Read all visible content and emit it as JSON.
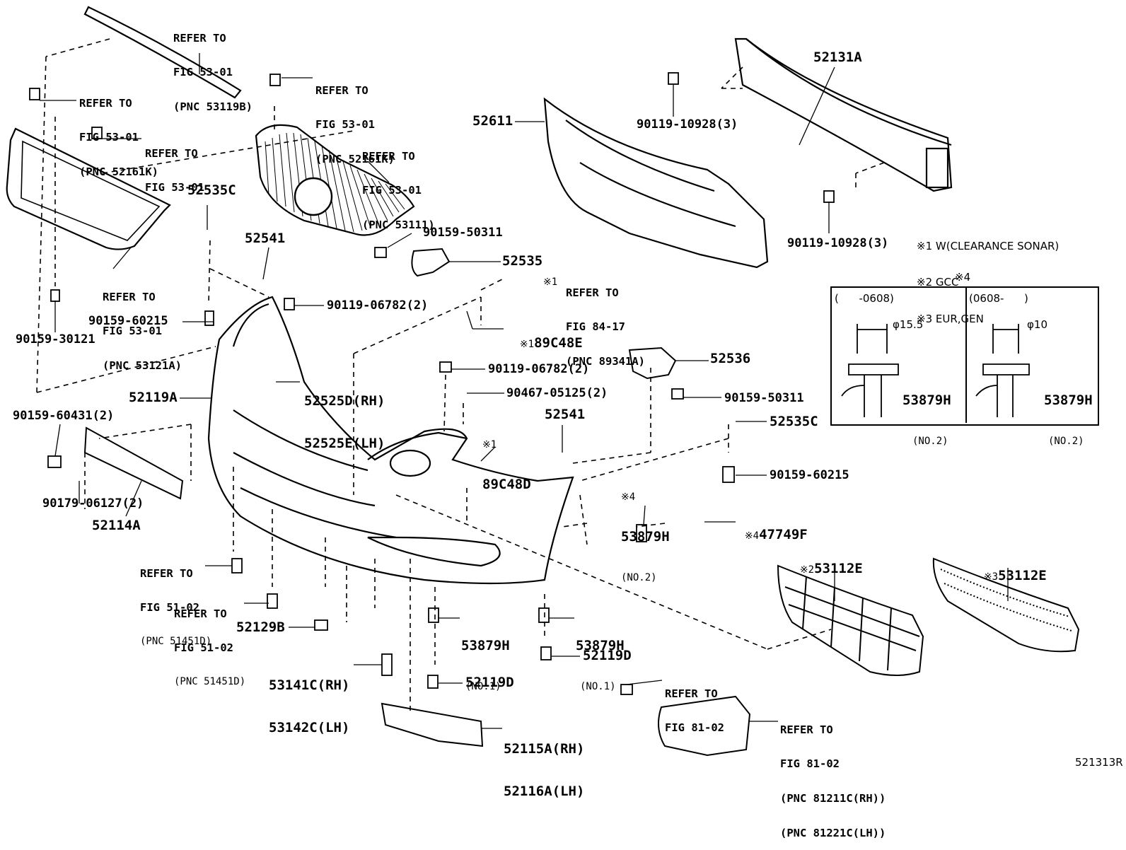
{
  "diagram_id": "521313R",
  "references": {
    "grille_molding": [
      "REFER TO",
      "FIG 53-01",
      "(PNC 53119B)"
    ],
    "clip_left": [
      "REFER TO",
      "FIG 53-01",
      "(PNC 52161K)"
    ],
    "clip_center": [
      "REFER TO",
      "FIG 53-01",
      "(PNC 52161K)"
    ],
    "screw_left": [
      "REFER TO",
      "FIG 53-01"
    ],
    "grille": [
      "REFER TO",
      "FIG 53-01",
      "(PNC 53111)"
    ],
    "grille_frame": [
      "REFER TO",
      "FIG 53-01",
      "(PNC 53121A)"
    ],
    "sonar": [
      "REFER TO",
      "FIG 84-17",
      "(PNC 89341A)"
    ],
    "bolt_a": [
      "REFER TO",
      "FIG 51-02",
      "(PNC 51451D)"
    ],
    "bolt_b": [
      "REFER TO",
      "FIG 51-02",
      "(PNC 51451D)"
    ],
    "fog_bolt": [
      "REFER TO",
      "FIG 81-02"
    ],
    "fog_lamp": [
      "REFER TO",
      "FIG 81-02",
      "(PNC 81211C(RH))",
      "(PNC 81221C(LH))"
    ]
  },
  "parts": {
    "p52131A": "52131A",
    "p52611": "52611",
    "p90119_10928_top": "90119-10928(3)",
    "p90119_10928_bot": "90119-10928(3)",
    "p52535C_top": "52535C",
    "p52541_top": "52541",
    "p90159_50311_top": "90159-50311",
    "p52535": "52535",
    "p90119_06782_a": "90119-06782(2)",
    "p90159_60215_left": "90159-60215",
    "p90159_30121": "90159-30121",
    "p89C48E": "89C48E",
    "p52525": [
      "52525D(RH)",
      "52525E(LH)"
    ],
    "p52119A": "52119A",
    "p52536": "52536",
    "p90119_06782_b": "90119-06782(2)",
    "p90467_05125": "90467-05125(2)",
    "p90159_50311_right": "90159-50311",
    "p90159_60431": "90159-60431(2)",
    "p89C48D": "89C48D",
    "p52541_mid": "52541",
    "p52535C_right": "52535C",
    "p90159_60215_right": "90159-60215",
    "p90179_06127": "90179-06127(2)",
    "p52114A": "52114A",
    "p53879H_mid": "53879H",
    "p53879H_mid_sub": "(NO.2)",
    "p47749F": "47749F",
    "p52129B": "52129B",
    "p53879H_no1_a": "53879H",
    "p53879H_no1_a_sub": "(NO.1)",
    "p53879H_no1_b": "53879H",
    "p53879H_no1_b_sub": "(NO.1)",
    "p53141C": [
      "53141C(RH)",
      "53142C(LH)"
    ],
    "p52119D_a": "52119D",
    "p52119D_b": "52119D",
    "p53112E_a": "53112E",
    "p53112E_b": "53112E",
    "p52115A": [
      "52115A(RH)",
      "52116A(LH)"
    ]
  },
  "marks": {
    "m1": "※1",
    "m2": "※2",
    "m3": "※3",
    "m4": "※4"
  },
  "notes": [
    "※1 W(CLEARANCE SONAR)",
    "※2 GCC",
    "※3 EUR,GEN"
  ],
  "inset": {
    "title": "※4",
    "left_header": "(      -0608)",
    "right_header": "(0608-      )",
    "left_dim": "φ15.5",
    "right_dim": "φ10",
    "left_part": "53879H",
    "left_part_sub": "(NO.2)",
    "right_part": "53879H",
    "right_part_sub": "(NO.2)"
  }
}
